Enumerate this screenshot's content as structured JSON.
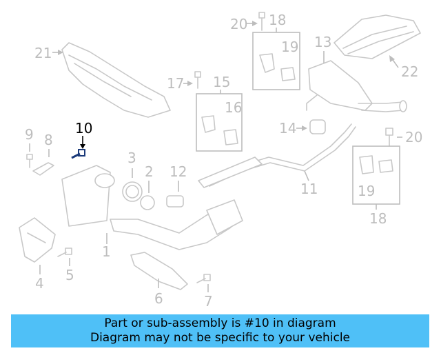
{
  "diagram": {
    "highlighted_part": "10",
    "callouts": {
      "c1": "1",
      "c2": "2",
      "c3": "3",
      "c4": "4",
      "c5": "5",
      "c6": "6",
      "c7": "7",
      "c8": "8",
      "c9": "9",
      "c10": "10",
      "c11": "11",
      "c12": "12",
      "c13": "13",
      "c14": "14",
      "c15": "15",
      "c16": "16",
      "c17": "17",
      "c18a": "18",
      "c18b": "18",
      "c19a": "19",
      "c19b": "19",
      "c20a": "20",
      "c20b": "20",
      "c21": "21",
      "c22": "22"
    },
    "colors": {
      "part": "#c8c8c8",
      "label": "#bdbdbd",
      "highlight": "#000000",
      "banner": "#4fc0f7"
    }
  },
  "banner": {
    "line1": "Part or sub-assembly is #10 in diagram",
    "line2": "Diagram may not be specific to your vehicle"
  }
}
